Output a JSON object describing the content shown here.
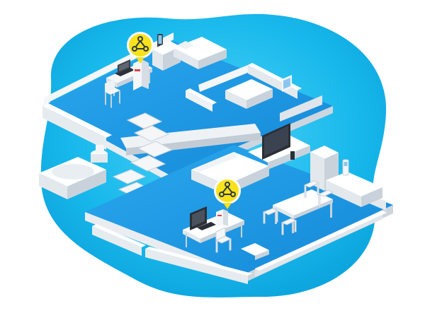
{
  "illustration": {
    "subject": "isometric-two-floor-house-with-mesh-wifi",
    "icons": [
      "wifi-mesh-node-badge",
      "wifi-mesh-node-badge"
    ]
  },
  "colors": {
    "blob": "#17b8ec",
    "blob_light": "#5fd6f7",
    "floor": "#1d9fe6",
    "wall_top": "#f4f6f8",
    "wall_side": "#c9d2db",
    "wall_shadow": "#9aa8b6",
    "badge_fill": "#f7e21c",
    "badge_ring": "#ffffff",
    "badge_icon": "#2f3a44",
    "device_dark": "#2b2f36"
  }
}
